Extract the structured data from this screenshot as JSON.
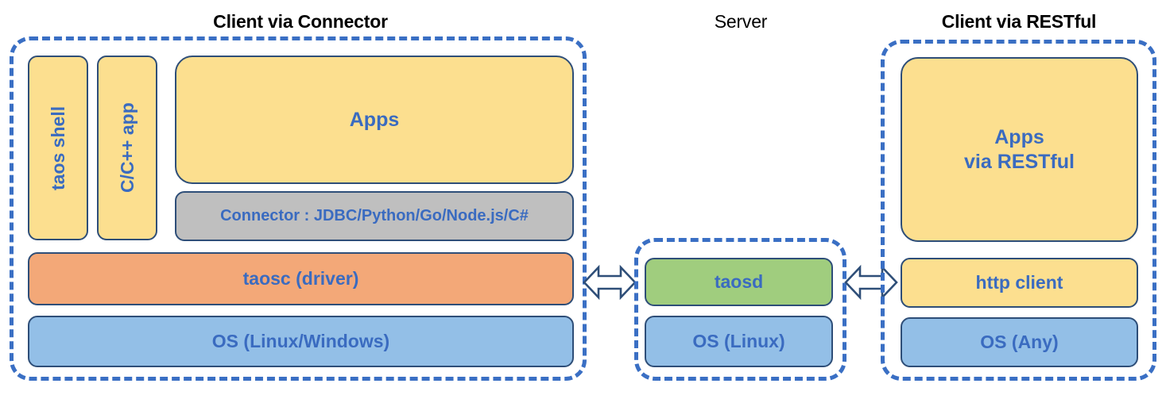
{
  "diagram": {
    "title_client_connector": "Client via Connector",
    "title_server": "Server",
    "title_client_restful": "Client via RESTful",
    "colors": {
      "dashed_border": "#3A6FC4",
      "box_border": "#2E4E78",
      "text_blue": "#3A6BC0",
      "yellow": "#FCDF8F",
      "gray": "#BFBFBF",
      "orange": "#F3A878",
      "blue": "#93BFE7",
      "green": "#A0CD7E",
      "heading_black": "#000000"
    }
  },
  "client_connector": {
    "taos_shell": "taos shell",
    "c_cpp_app": "C/C++ app",
    "apps": "Apps",
    "connector": "Connector : JDBC/Python/Go/Node.js/C#",
    "taosc": "taosc (driver)",
    "os": "OS (Linux/Windows)"
  },
  "server": {
    "taosd": "taosd",
    "os": "OS (Linux)"
  },
  "client_restful": {
    "apps_line1": "Apps",
    "apps_line2": "via RESTful",
    "http_client": "http client",
    "os": "OS (Any)"
  },
  "arrows": {
    "left_arrow_name": "bidirectional-arrow-client-to-server",
    "right_arrow_name": "bidirectional-arrow-server-to-restful-client"
  }
}
